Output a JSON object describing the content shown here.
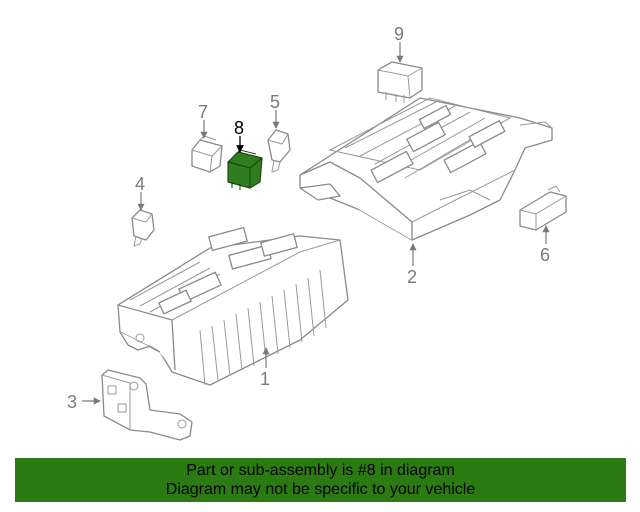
{
  "callouts": {
    "c1": "1",
    "c2": "2",
    "c3": "3",
    "c4": "4",
    "c5": "5",
    "c6": "6",
    "c7": "7",
    "c8": "8",
    "c9": "9"
  },
  "highlighted_callout": "8",
  "colors": {
    "highlight_part": "#2f7d1f",
    "banner_background": "#2c7a12",
    "line_art": "#8a8a8a"
  },
  "banner": {
    "line1": "Part or sub-assembly is #8 in diagram",
    "line2": "Diagram may not be specific to your vehicle"
  }
}
